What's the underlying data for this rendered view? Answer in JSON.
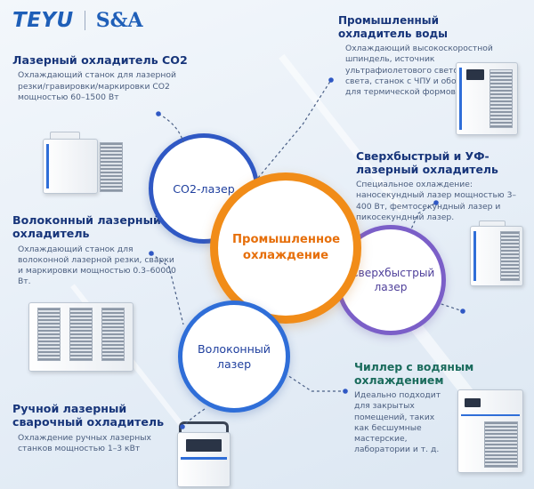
{
  "logo": {
    "brand1": "TEYU",
    "brand2": "S&A"
  },
  "center": {
    "label": "Промышленное охлаждение"
  },
  "circles": {
    "co2": "CO2-лазер",
    "ultra": "Сверхбыстрый лазер",
    "fiber": "Волоконный лазер"
  },
  "blocks": {
    "co2": {
      "title": "Лазерный охладитель CO2",
      "desc": "Охлаждающий станок для лазерной резки/гравировки/маркировки CO2 мощностью 60–1500 Вт"
    },
    "fiber": {
      "title": "Волоконный лазерный охладитель",
      "desc": "Охлаждающий станок для волоконной лазерной резки, сварки и маркировки мощностью 0.3–60000 Вт."
    },
    "hand": {
      "title": "Ручной лазерный сварочный охладитель",
      "desc": "Охлаждение ручных лазерных станков мощностью 1–3 кВт"
    },
    "water": {
      "title": "Промышленный охладитель воды",
      "desc": "Охлаждающий высокоскоростной шпиндель, источник ультрафиолетового светодиодного света, станок с ЧПУ и оборудование для термической формовки."
    },
    "ultra": {
      "title": "Сверхбыстрый и УФ-лазерный охладитель",
      "desc": "Специальное охлаждение: наносекундный лазер мощностью 3–400 Вт, фемтосекундный лазер и пикосекундный лазер."
    },
    "wchill": {
      "title": "Чиллер с водяным охлаждением",
      "desc": "Идеально подходит для закрытых помещений, таких как бесшумные мастерские, лаборатории и т. д."
    }
  },
  "colors": {
    "orange": "#f18c18",
    "blue": "#2f58c4",
    "purple": "#7b5fc8",
    "navy": "#17357a",
    "green": "#1a6b5c"
  }
}
